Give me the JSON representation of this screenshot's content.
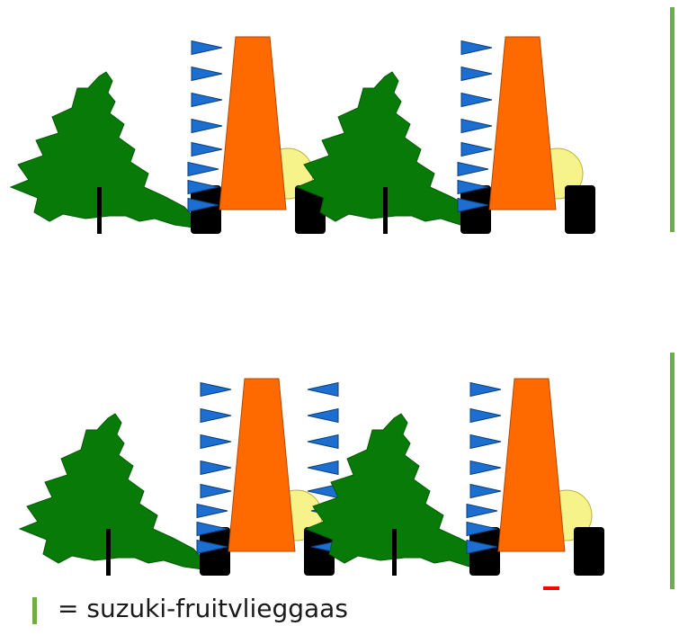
{
  "legend": {
    "label": "= suzuki-fruitvlieggaas",
    "swatch_color": "#70ad47"
  },
  "colors": {
    "tree": "#077a07",
    "trunk": "#000000",
    "sprayer_body": "#ff6a00",
    "nozzle": "#1c6fd1",
    "nozzle_outline": "#0a3f7a",
    "wheel": "#000000",
    "fan": "#f6f38a",
    "net": "#70ad47",
    "accent": "#ff0000"
  },
  "panels": [
    {
      "name": "one-sided-spraying",
      "spray_sides": 1
    },
    {
      "name": "two-sided-spraying",
      "spray_sides": 2
    }
  ]
}
